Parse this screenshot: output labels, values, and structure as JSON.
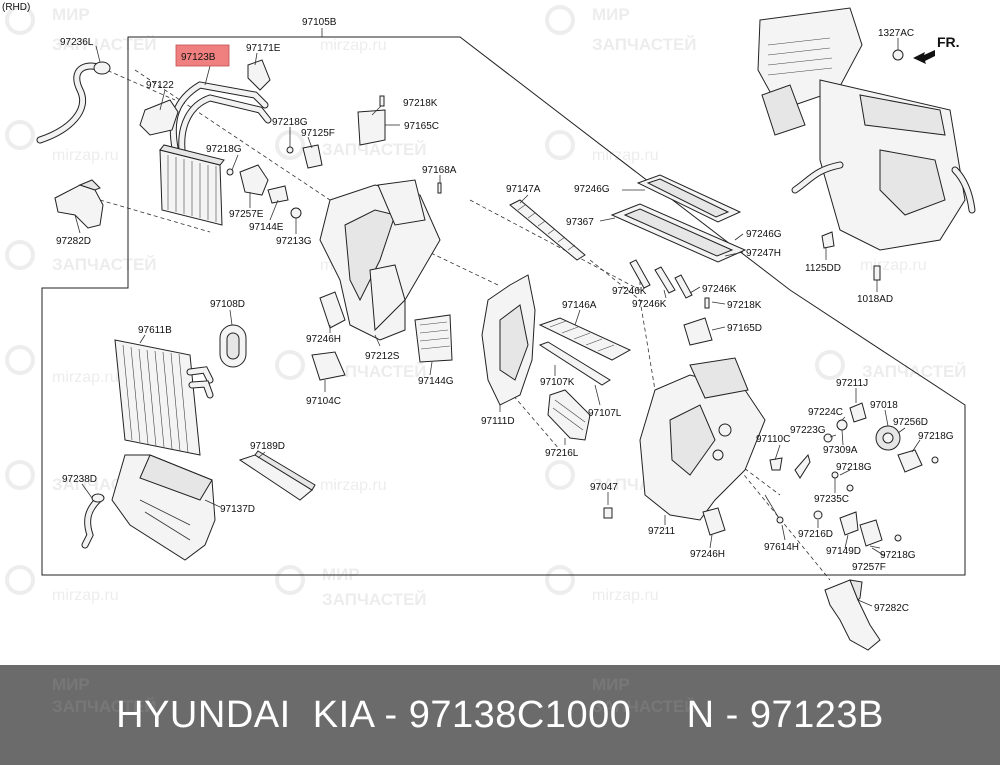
{
  "variant": "(RHD)",
  "direction_label": "FR.",
  "highlight_color": "#f08080",
  "watermark": {
    "line1": "МИР",
    "line2": "ЗАПЧАСТЕЙ",
    "url": "mirzap.ru"
  },
  "labels": {
    "p97105B": "97105B",
    "p97236L": "97236L",
    "p97123B": "97123B",
    "p97171E": "97171E",
    "p97122": "97122",
    "p97218K_a": "97218K",
    "p97165C": "97165C",
    "p97218G_a": "97218G",
    "p97125F": "97125F",
    "p97218G_b": "97218G",
    "p97168A": "97168A",
    "p97257E": "97257E",
    "p97144E": "97144E",
    "p97213G": "97213G",
    "p97282D": "97282D",
    "p97147A": "97147A",
    "p97246G_a": "97246G",
    "p97367": "97367",
    "p97246G_b": "97246G",
    "p97247H": "97247H",
    "p97246K_a": "97246K",
    "p97246K_b": "97246K",
    "p97246K_c": "97246K",
    "p97218K_b": "97218K",
    "p97165D": "97165D",
    "p97108D": "97108D",
    "p97611B": "97611B",
    "p97246H_a": "97246H",
    "p97212S": "97212S",
    "p97144G": "97144G",
    "p97104C": "97104C",
    "p97146A": "97146A",
    "p97107K": "97107K",
    "p97107L": "97107L",
    "p97111D": "97111D",
    "p97216L": "97216L",
    "p1327AC": "1327AC",
    "p1125DD": "1125DD",
    "p1018AD": "1018AD",
    "p97211J": "97211J",
    "p97224C": "97224C",
    "p97018": "97018",
    "p97256D": "97256D",
    "p97223G": "97223G",
    "p97110C": "97110C",
    "p97309A": "97309A",
    "p97218G_c": "97218G",
    "p97218G_d": "97218G",
    "p97235C": "97235C",
    "p97189D": "97189D",
    "p97238D": "97238D",
    "p97137D": "97137D",
    "p97047": "97047",
    "p97211": "97211",
    "p97246H_b": "97246H",
    "p97216D": "97216D",
    "p97614H": "97614H",
    "p97149D": "97149D",
    "p97218G_e": "97218G",
    "p97257F": "97257F",
    "p97282C": "97282C"
  },
  "footer": {
    "text": "HYUNDAI  KIA - 97138C1000     N - 97123B",
    "bg_color": "#6b6b6b",
    "text_color": "#ffffff"
  }
}
